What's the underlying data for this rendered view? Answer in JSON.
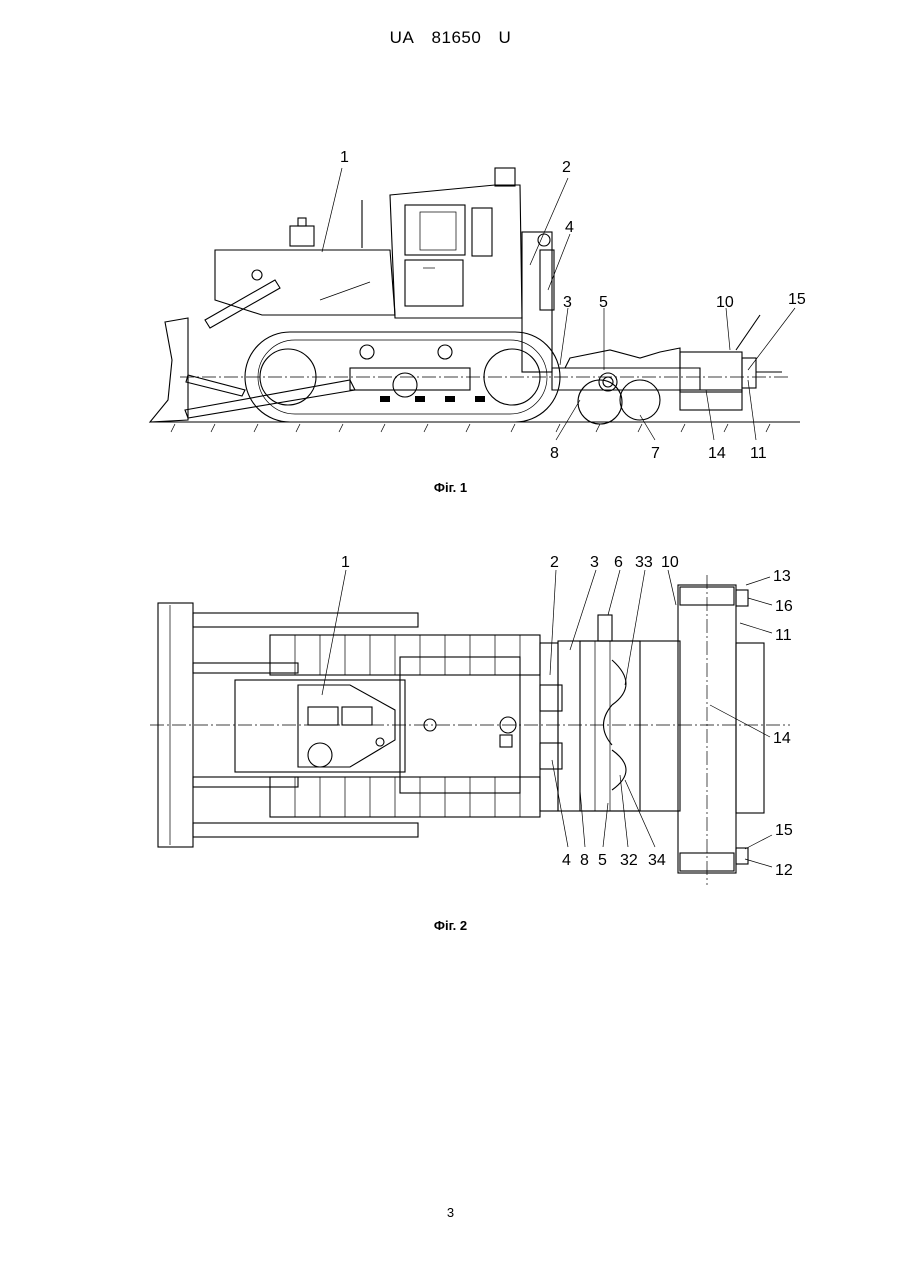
{
  "header": {
    "office": "UA",
    "number": "81650",
    "kind": "U"
  },
  "figure1": {
    "caption": "Фіг. 1",
    "labels": [
      "1",
      "2",
      "4",
      "3",
      "5",
      "10",
      "15",
      "8",
      "7",
      "14",
      "11"
    ]
  },
  "figure2": {
    "caption": "Фіг. 2",
    "labels": [
      "1",
      "2",
      "3",
      "6",
      "33",
      "10",
      "13",
      "16",
      "11",
      "14",
      "15",
      "12",
      "4",
      "8",
      "5",
      "32",
      "34"
    ]
  },
  "page_number": "3"
}
